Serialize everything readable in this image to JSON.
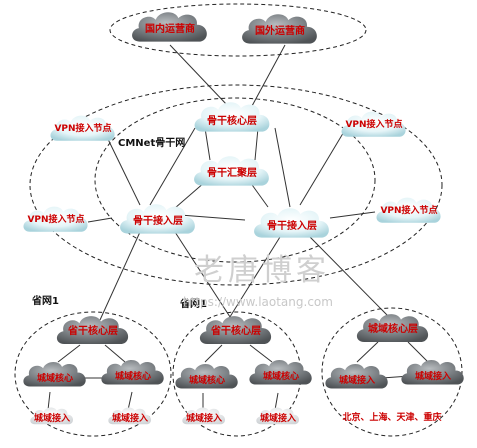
{
  "operators": {
    "domestic": "国内运营商",
    "foreign": "国外运营商"
  },
  "cmnet": {
    "title": "CMNet骨干网",
    "backbone_core": "骨干核心层",
    "backbone_aggregation": "骨干汇聚层",
    "backbone_access_left": "骨干接入层",
    "backbone_access_right": "骨干接入层"
  },
  "vpn_nodes": {
    "top_left": "VPN接入节点",
    "top_right": "VPN接入节点",
    "mid_left": "VPN接入节点",
    "mid_right": "VPN接入节点"
  },
  "provincial": {
    "net1_label": "省网1",
    "net_label_2": "省网1",
    "left": {
      "core": "省干核心层",
      "metro_core_a": "城域核心",
      "metro_core_b": "城域核心",
      "metro_access_a": "城域接入",
      "metro_access_b": "城域接入"
    },
    "middle": {
      "core": "省干核心层",
      "metro_core_a": "城域核心",
      "metro_core_b": "城域核心",
      "metro_access_a": "城域接入",
      "metro_access_b": "城域接入"
    },
    "right": {
      "core": "城域核心层",
      "metro_access_a": "城域接入",
      "metro_access_b": "城域接入",
      "cities": "北京、上海、天津、重庆"
    }
  },
  "watermark": {
    "text": "老唐博客",
    "url": "https://www.laotang.com"
  },
  "colors": {
    "cloud_light": "#dff3f6",
    "cloud_dark": "#6f7478",
    "label_red": "#cc0000",
    "line": "#333333"
  }
}
